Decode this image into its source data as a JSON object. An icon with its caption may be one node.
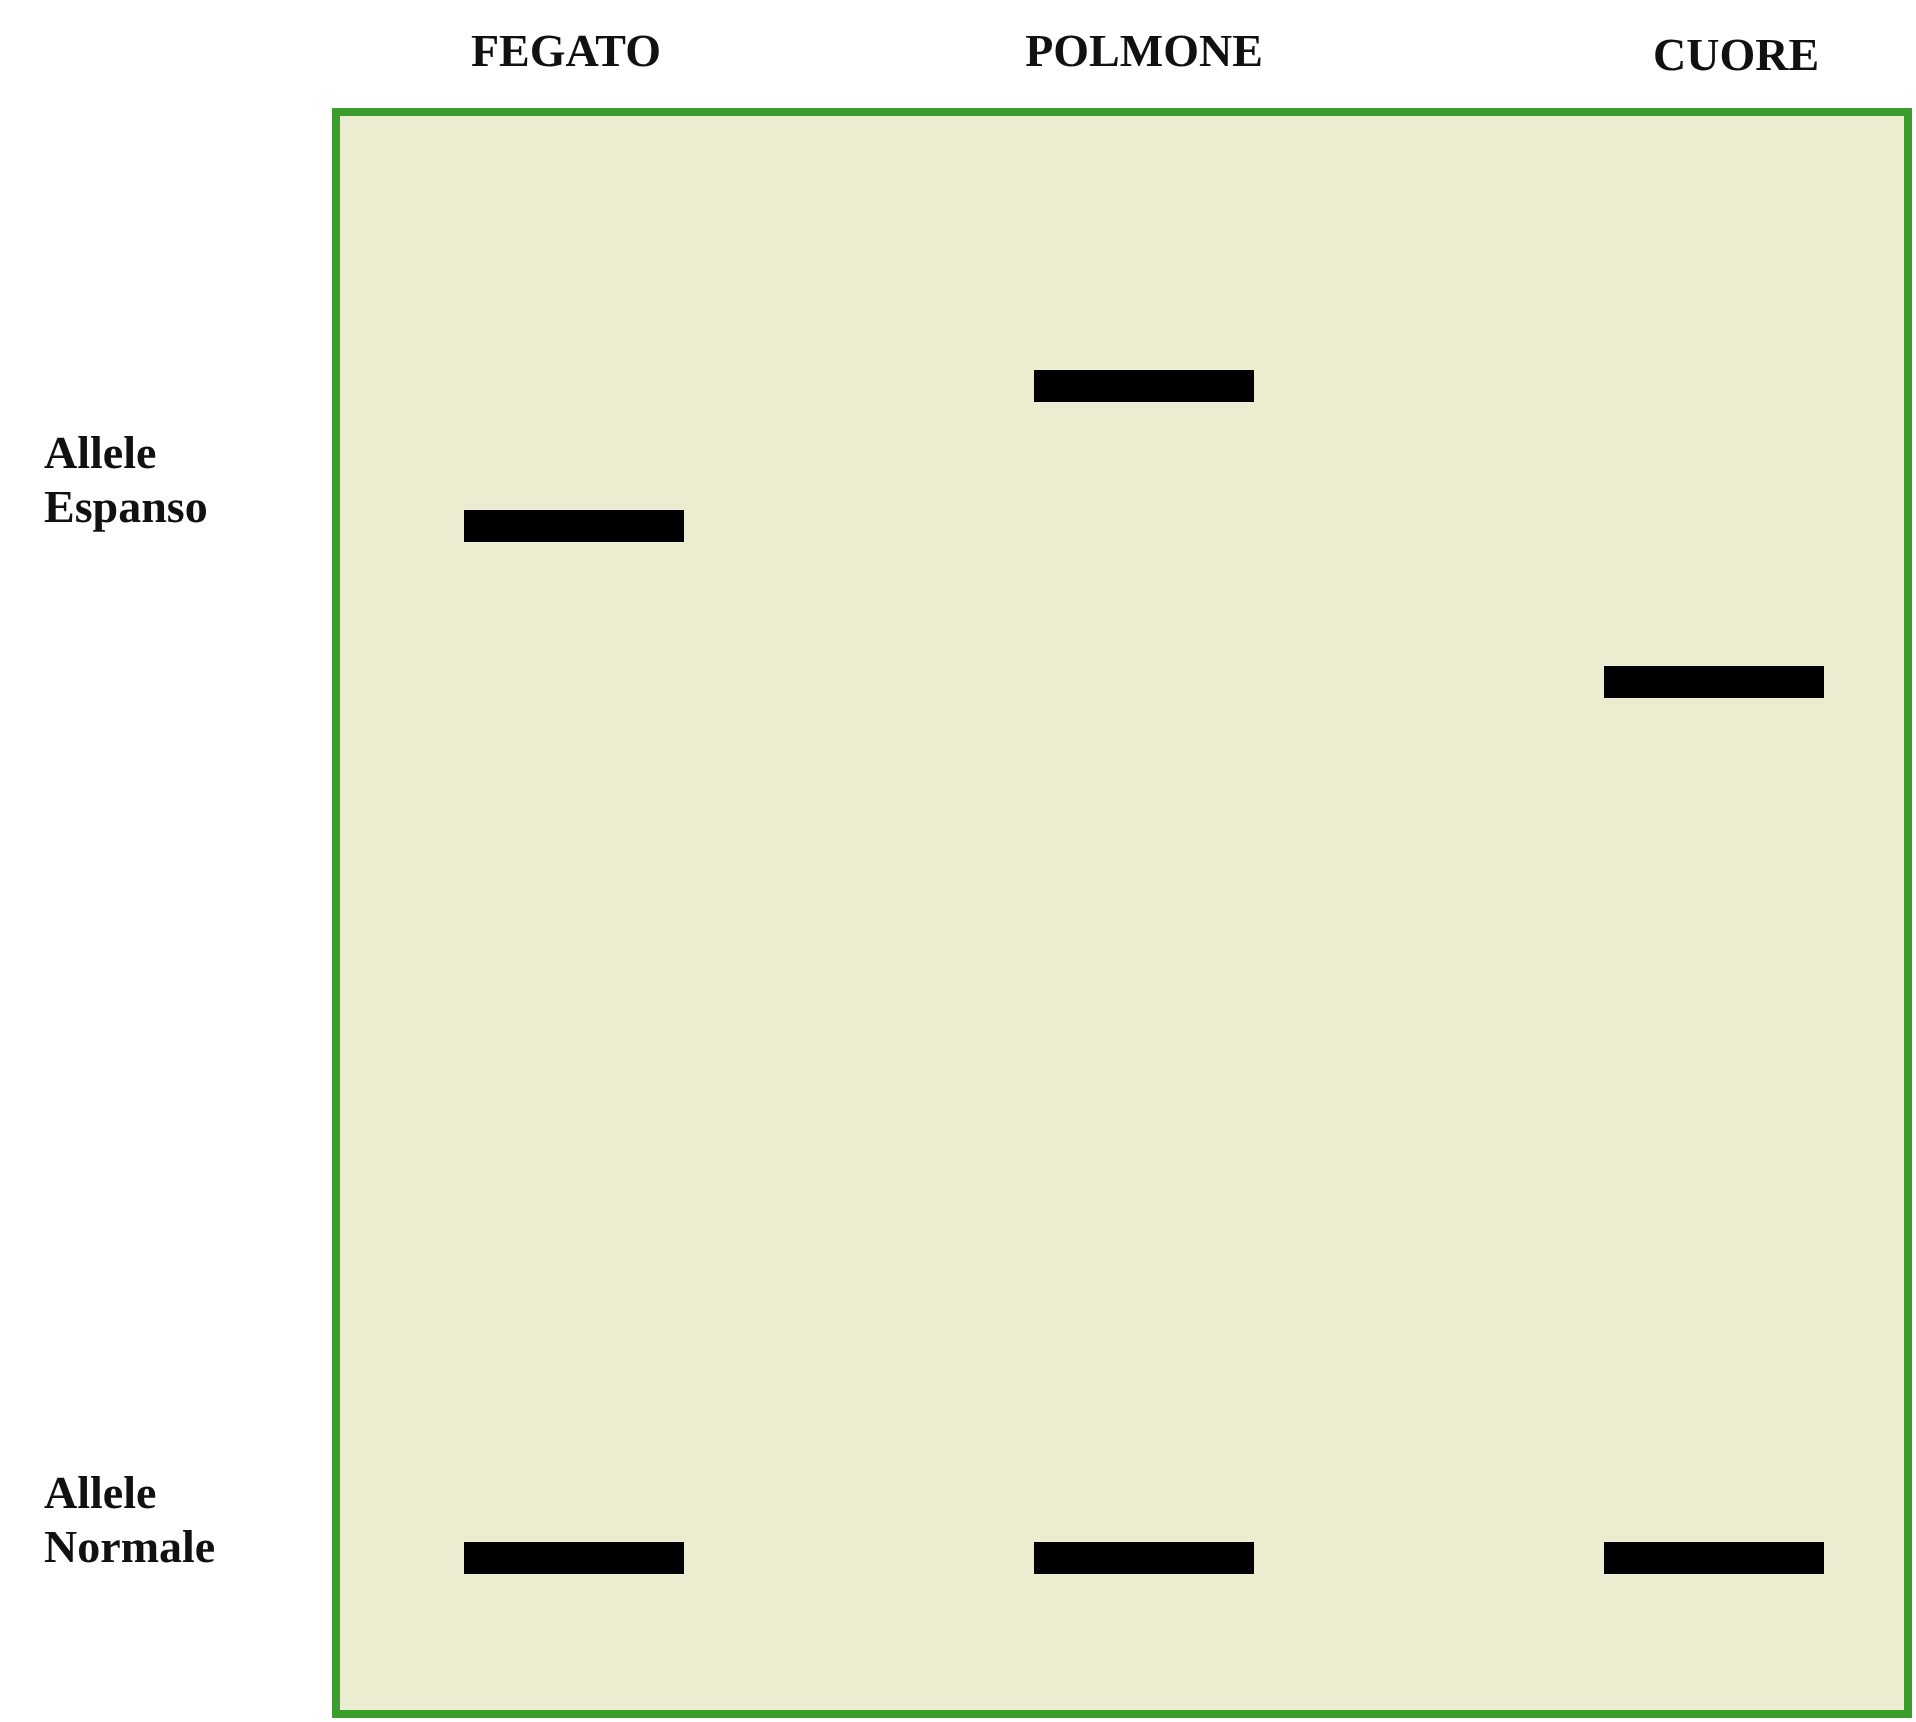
{
  "diagram": {
    "labels": [
      "FEGATO",
      "POLMONE",
      "CUORE",
      "Allele Espanso",
      "Allele Normale"
    ]
  }
}
